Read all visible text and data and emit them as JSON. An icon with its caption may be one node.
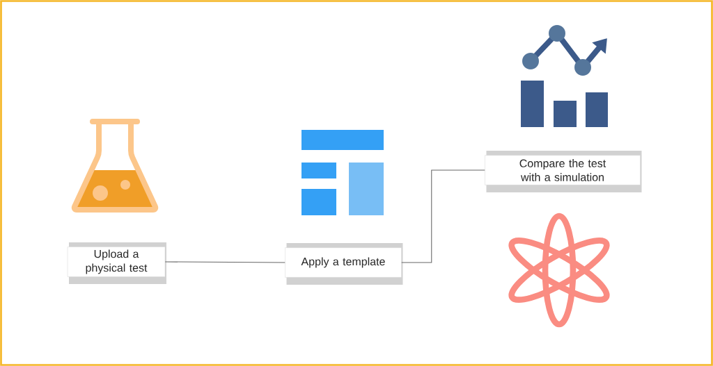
{
  "diagram": {
    "nodes": [
      {
        "text": [
          "Upload a physical test"
        ]
      },
      {
        "text": [
          "Apply a template"
        ]
      },
      {
        "text": [
          "Compare the test with a simulation"
        ]
      }
    ],
    "edges": [
      {
        "from": 0,
        "to": 1,
        "arrow": "none"
      },
      {
        "from": 1,
        "to": 2,
        "arrow": "none"
      }
    ]
  }
}
